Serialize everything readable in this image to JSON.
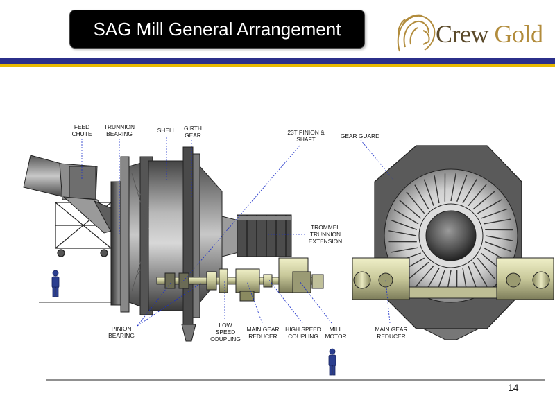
{
  "title": "SAG Mill General Arrangement",
  "logo": {
    "text_crew": "Crew",
    "text_gold": "Gold",
    "icon": "lion-head-icon"
  },
  "colors": {
    "title_bg": "#000000",
    "stripe_blue": "#2b2f8a",
    "stripe_gold": "#e8b900",
    "logo_brown": "#5b4a2a",
    "logo_gold": "#b28c3c"
  },
  "labels": {
    "feed_chute": "FEED\nCHUTE",
    "trunnion_bearing": "TRUNNION\nBEARING",
    "shell": "SHELL",
    "girth_gear": "GIRTH\nGEAR",
    "pinion_shaft": "23T PINION &\nSHAFT",
    "gear_guard": "GEAR GUARD",
    "trommel": "TROMMEL\nTRUNNION\nEXTENSION",
    "pinion_bearing": "PINION\nBEARING",
    "low_speed_coupling": "LOW\nSPEED\nCOUPLING",
    "main_gear_reducer": "MAIN GEAR\nREDUCER",
    "high_speed_coupling": "HIGH SPEED\nCOUPLING",
    "mill_motor": "MILL\nMOTOR",
    "main_gear_reducer_end": "MAIN GEAR\nREDUCER"
  },
  "page_number": "14"
}
